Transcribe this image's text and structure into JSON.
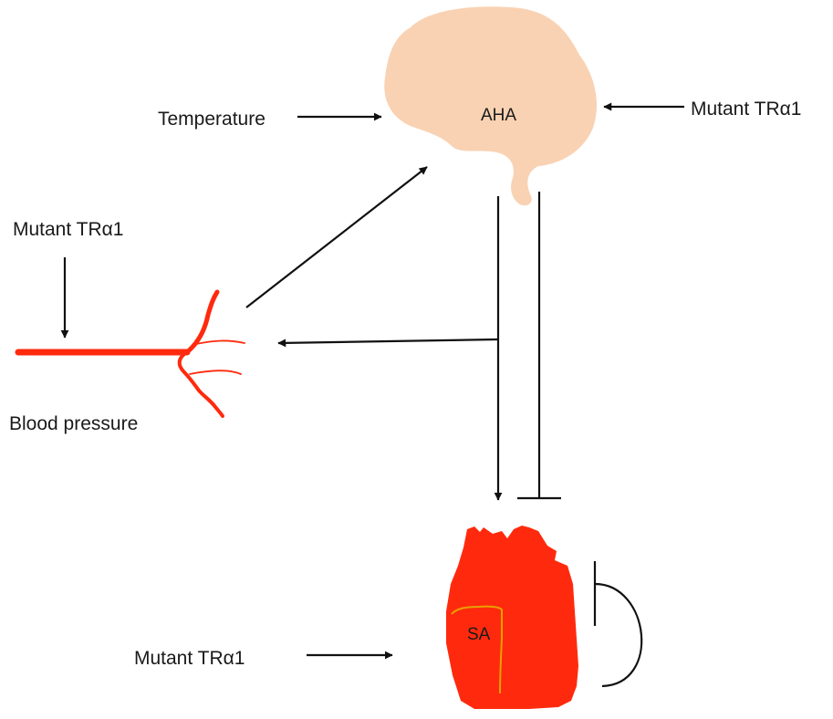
{
  "labels": {
    "temperature": "Temperature",
    "mutant_right": "Mutant TRα1",
    "mutant_left": "Mutant TRα1",
    "blood_pressure": "Blood pressure",
    "mutant_heart": "Mutant TRα1",
    "brain_region": "AHA",
    "heart_node": "SA"
  },
  "colors": {
    "brain": "#f9d2b3",
    "vessel": "#ff2a0d",
    "heart": "#ff2a0d",
    "sa_outline": "#e8a000",
    "arrow": "#111111"
  }
}
